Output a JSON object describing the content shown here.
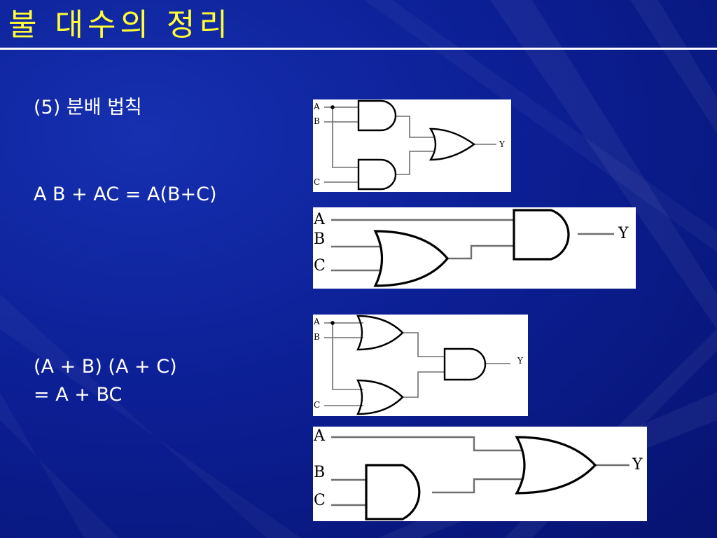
{
  "slide": {
    "title": "불 대수의 정리",
    "colors": {
      "background": "#0a1a8c",
      "title": "#ffff33",
      "text": "#ffffff",
      "rule": "#ffffff"
    }
  },
  "law": {
    "heading": "(5) 분배 법칙",
    "eq1": "A B + AC = A(B+C)",
    "eq2_line1": "(A + B) (A + C)",
    "eq2_line2": "= A + BC"
  },
  "diagrams": {
    "d1": {
      "in_a": "A",
      "in_b": "B",
      "in_c": "C",
      "out": "Y"
    },
    "d2": {
      "in_a": "A",
      "in_b": "B",
      "in_c": "C",
      "out": "Y"
    },
    "d3": {
      "in_a": "A",
      "in_b": "B",
      "in_c": "C",
      "out": "Y"
    },
    "d4": {
      "in_a": "A",
      "in_b": "B",
      "in_c": "C",
      "out": "Y"
    }
  }
}
